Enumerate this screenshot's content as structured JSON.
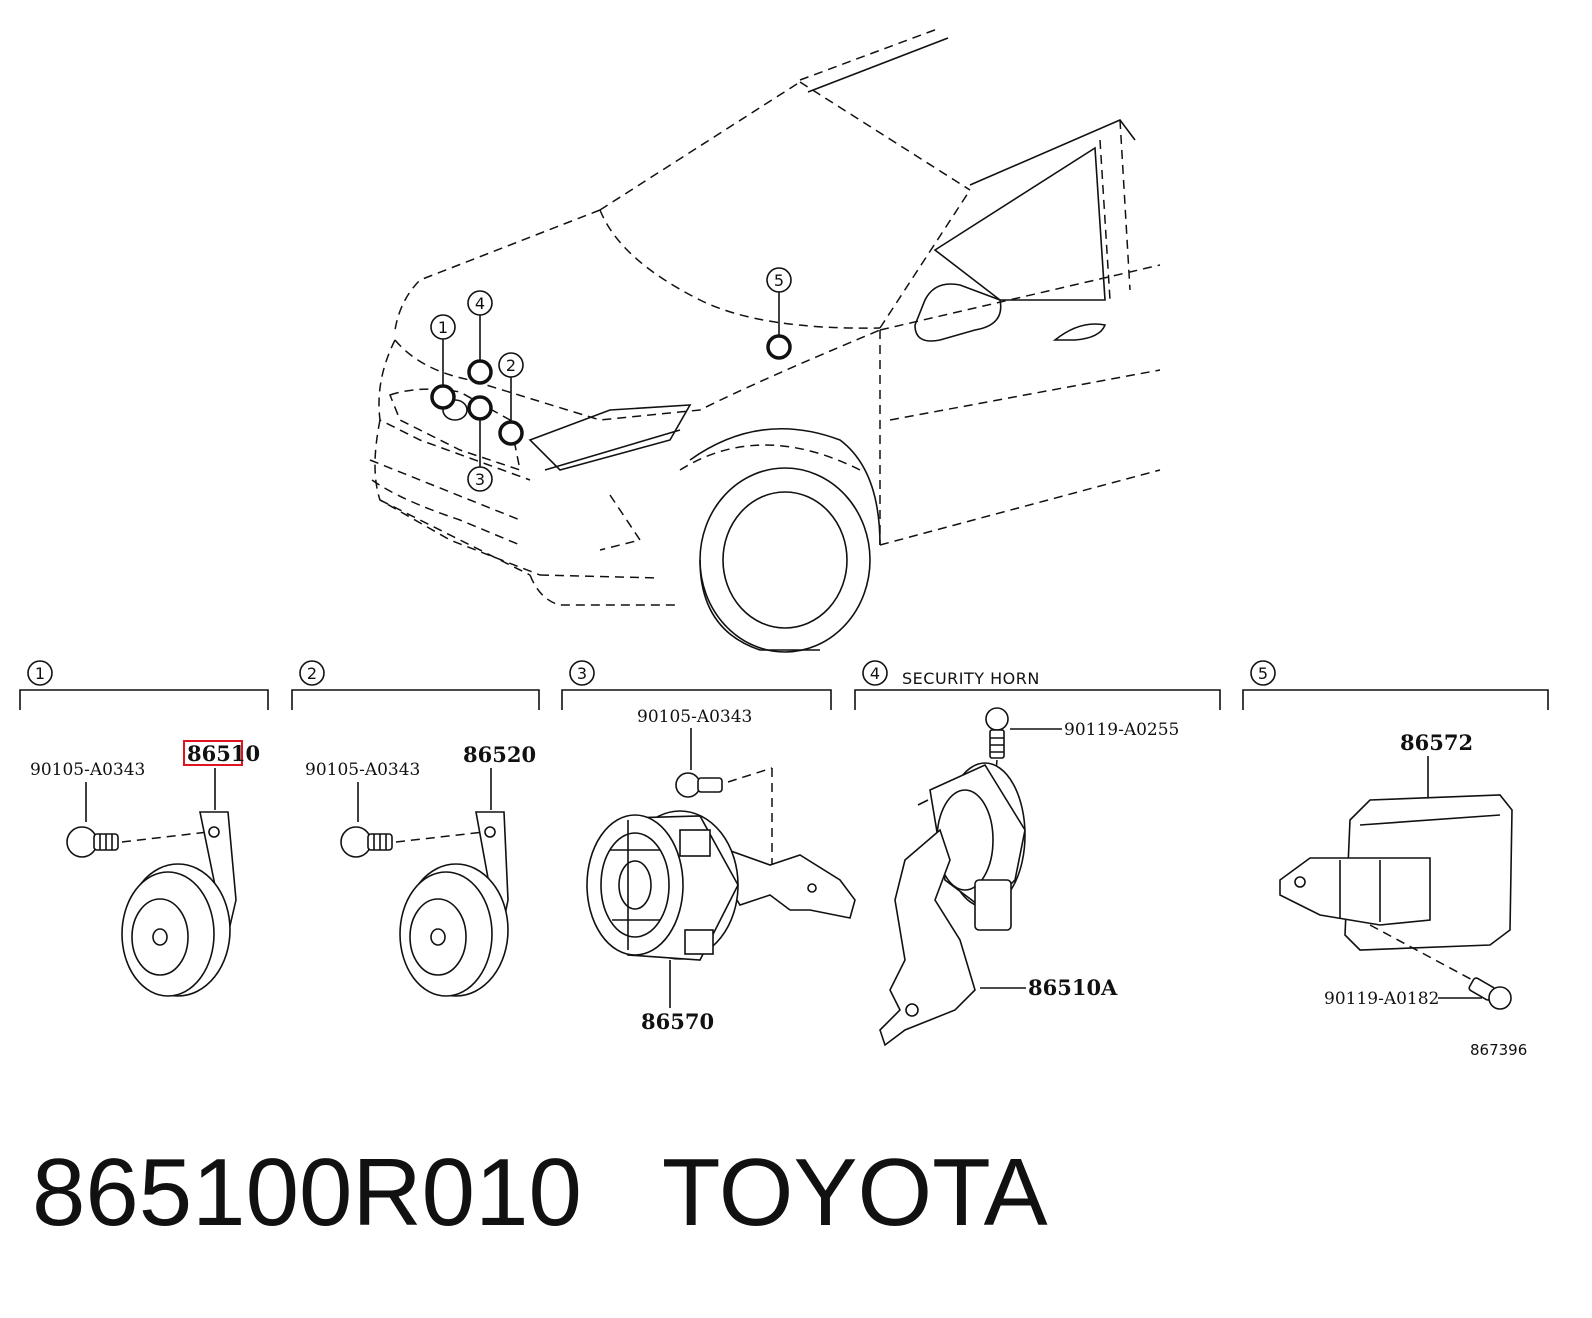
{
  "callouts": [
    "1",
    "2",
    "3",
    "4",
    "5"
  ],
  "sections": [
    {
      "num": "1",
      "title": ""
    },
    {
      "num": "2",
      "title": ""
    },
    {
      "num": "3",
      "title": ""
    },
    {
      "num": "4",
      "title": "SECURITY HORN"
    },
    {
      "num": "5",
      "title": ""
    }
  ],
  "labels": {
    "s1_bolt": "90105-A0343",
    "s1_part": "86510",
    "s2_bolt": "90105-A0343",
    "s2_part": "86520",
    "s3_bolt": "90105-A0343",
    "s3_part": "86570",
    "s4_bolt": "90119-A0255",
    "s4_part": "86510A",
    "s5_part": "86572",
    "s5_bolt": "90119-A0182"
  },
  "highlighted_part": "86510",
  "highlight_color": "#e0141e",
  "diagram_ref": "867396",
  "footer": {
    "part_number": "865100R010",
    "brand": "TOYOTA"
  }
}
